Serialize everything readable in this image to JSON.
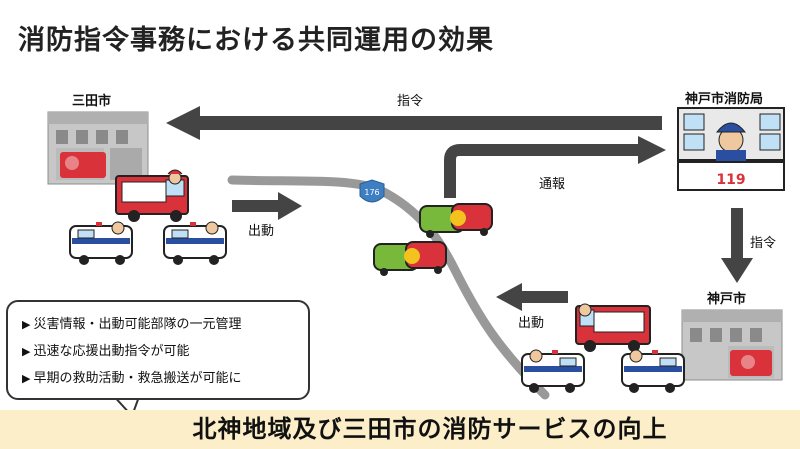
{
  "title": "消防指令事務における共同運用の効果",
  "places": {
    "sanda": "三田市",
    "kobe_fire_hq": "神戸市消防局",
    "kobe": "神戸市"
  },
  "arrows": {
    "command_top": "指令",
    "report": "通報",
    "command_right": "指令",
    "dispatch_left": "出動",
    "dispatch_right": "出動"
  },
  "road_sign": "176",
  "sign_119": "119",
  "benefits": [
    "災害情報・出動可能部隊の一元管理",
    "迅速な応援出動指令が可能",
    "早期の救助活動・救急搬送が可能に"
  ],
  "banner": "北神地域及び三田市の消防サービスの向上",
  "colors": {
    "banner_bg": "#fbeec9",
    "arrow": "#444444",
    "road": "#999999",
    "sign": "#3d7fc2"
  }
}
